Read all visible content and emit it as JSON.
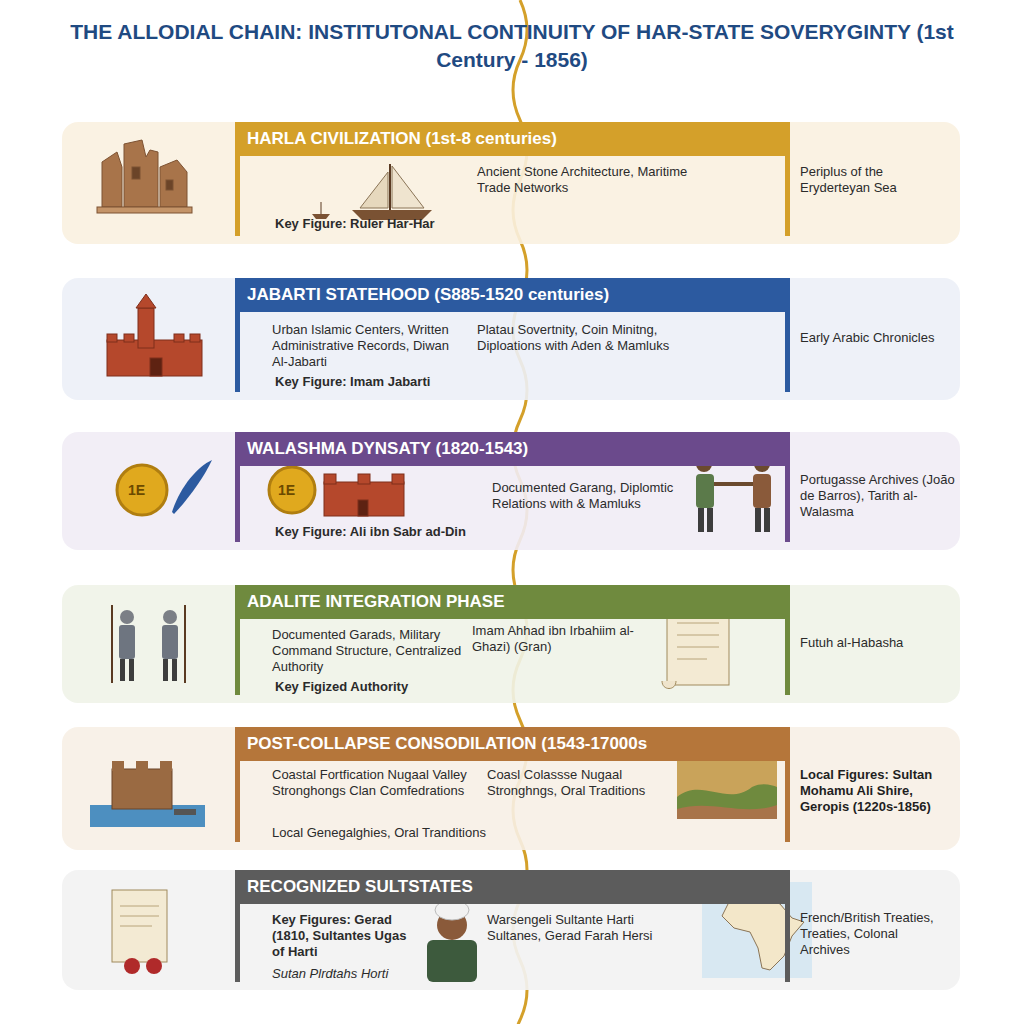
{
  "diagram": {
    "title": "THE ALLODIAL CHAIN: INSTITUTONAL CONTINUITY OF HAR-STATE SOVERYGINTY (1st Century - 1856)",
    "nodes": [
      {
        "text": [
          "HARLA CIVILIZATION (1st-8 centuries)",
          "Ancient Stone Architecture, Maritime Trade Networks",
          "Key Figure: Ruler Har-Har",
          "Periplus of the Eryderteyan Sea"
        ]
      },
      {
        "text": [
          "JABARTI STATEHOOD (S885-1520 centuries)",
          "Urban Islamic Centers, Written Administrative Records, Diwan Al-Jabarti",
          "Platau Sovertnity, Coin Minitng, Diploations with Aden & Mamluks",
          "Key Figure: Imam Jabarti",
          "Early Arabic Chronicles"
        ]
      },
      {
        "text": [
          "WALASHMA DYNSATY (1820-1543)",
          "Documented Garang, Diplomtic Relations with & Mamluks",
          "Key Figure: Ali ibn Sabr ad-Din",
          "Portugasse Archives (João de Barros), Tarith al-Walasma"
        ]
      },
      {
        "text": [
          "ADALITE INTEGRATION PHASE",
          "Documented Garads, Military Command Structure, Centralized Authority",
          "Imam Ahhad ibn Irbahiim al-Ghazi) (Gran)",
          "Key Figized Authority",
          "Futuh al-Habasha"
        ]
      },
      {
        "text": [
          "POST-COLLAPSE CONSODILATION (1543-17000s",
          "Coastal Fortfication Nugaal Valley Stronghongs Clan Comfedrations",
          "Coasl Colassse Nugaal Stronghngs, Oral Traditions",
          "Local Genegalghies, Oral Tranditions",
          "Local Figures: Sultan Mohamu Ali Shire, Geropis (1220s-1856)"
        ]
      },
      {
        "text": [
          "RECOGNIZED SULTSTATES",
          "Key Figures: Gerad (1810, Sultantes Ugas of Harti",
          "Warsengeli Sultante Harti Sultanes, Gerad Farah Hersi",
          "Sutan Plrdtahs Horti",
          "French/British Treaties, Treaties, Colonal Archives"
        ]
      }
    ],
    "labels": [
      "1E",
      "1E"
    ]
  }
}
